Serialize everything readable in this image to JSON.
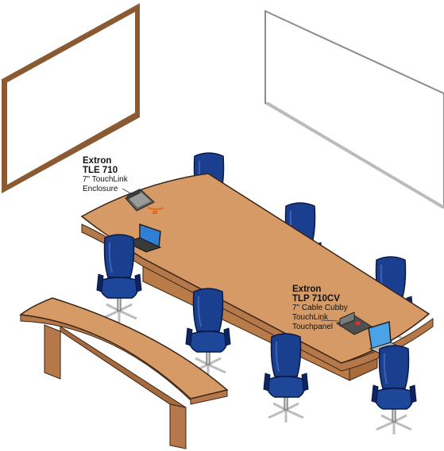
{
  "callouts": {
    "tle": {
      "brand": "Extron",
      "model": "TLE 710",
      "desc1": "7\" TouchLink",
      "desc2": "Enclosure"
    },
    "tlp": {
      "brand": "Extron",
      "model": "TLP 710CV",
      "desc1": "7\" Cable Cubby",
      "desc2": "TouchLink",
      "desc3": "Touchpanel"
    }
  },
  "colors": {
    "table_top": "#d59a66",
    "table_edge": "#b5784a",
    "table_base": "#c4874f",
    "wood_outline": "#3b2414",
    "chair_blue": "#1b3f8f",
    "chair_dark": "#0e2460",
    "chair_metal": "#c8c8c8",
    "board_frame": "#8a5a33",
    "screen_grey": "#8c8c8c"
  },
  "icons": [
    "whiteboard-icon",
    "projection-screen-icon",
    "conference-table-icon",
    "credenza-icon",
    "office-chair-icon",
    "touchlink-enclosure-icon",
    "cable-cubby-touchpanel-icon",
    "laptop-icon"
  ]
}
